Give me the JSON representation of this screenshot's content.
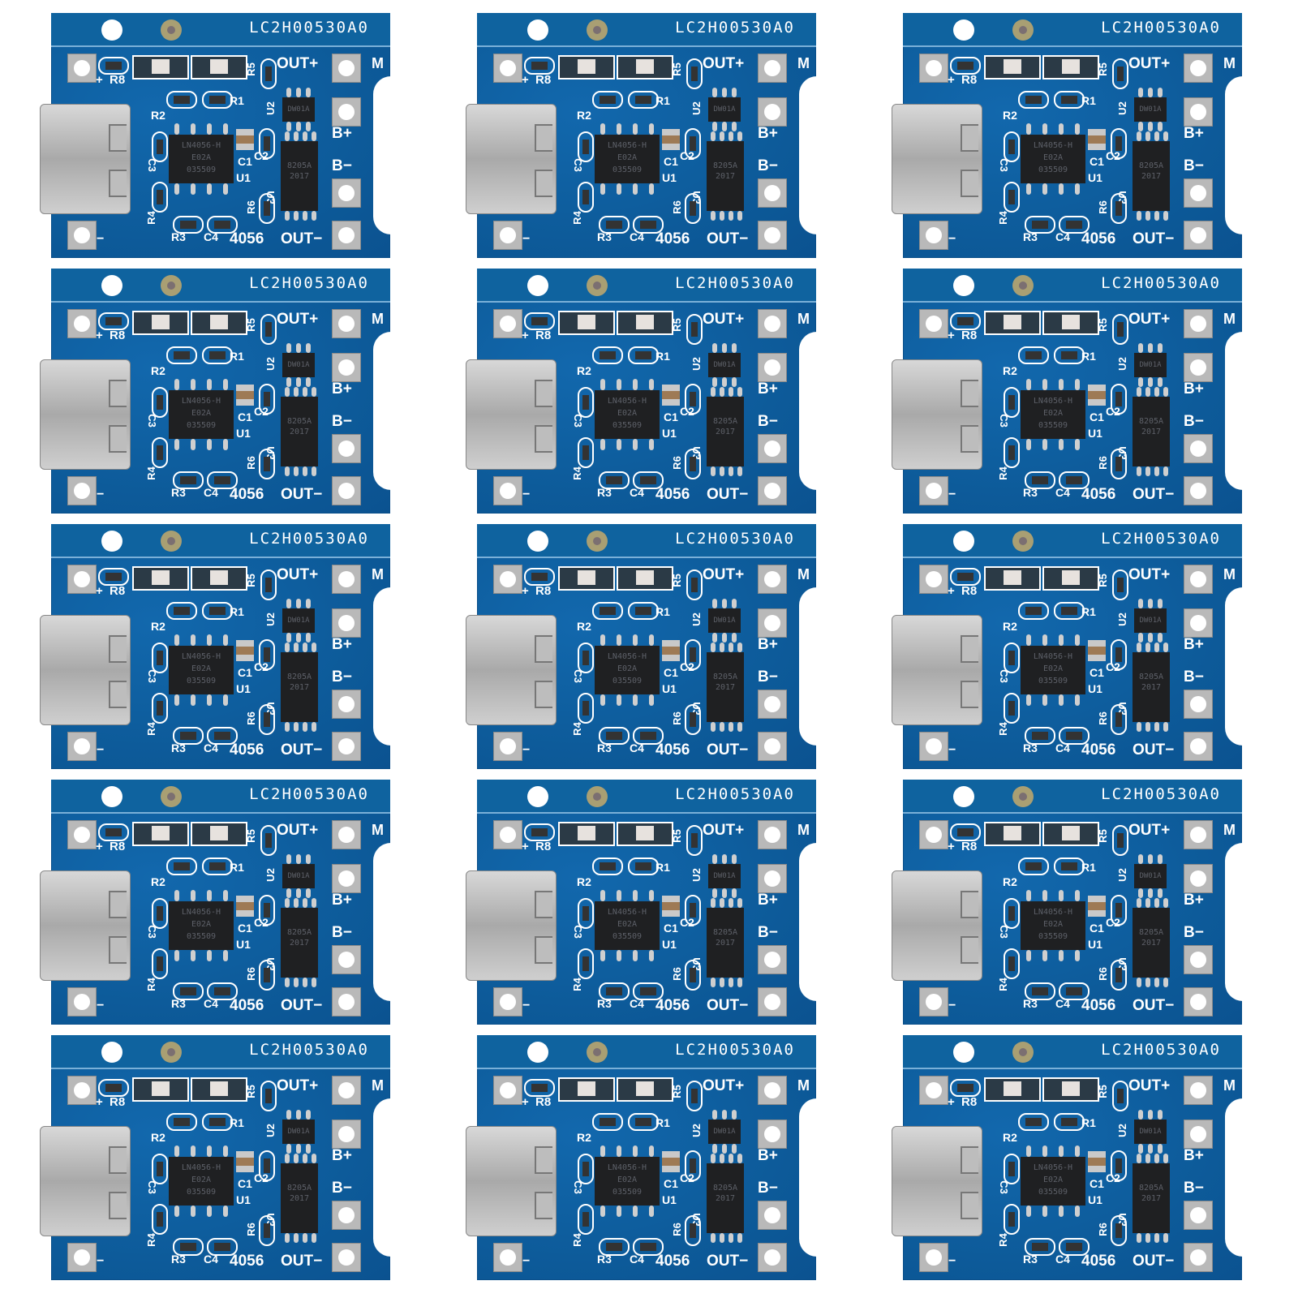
{
  "image": {
    "description": "Product photo: 15 identical blue TP4056-type USB-C lithium battery charging modules arranged in a 3-column by 5-row grid on a white background",
    "background_color": "#ffffff",
    "pcb_color": "#0e5fa0",
    "layout": {
      "columns": 3,
      "rows": 5,
      "col_x": [
        63,
        588,
        1113
      ],
      "row_y": [
        16,
        331,
        646,
        961,
        1276
      ],
      "board_width": 418,
      "board_height": 302
    }
  },
  "board": {
    "code_label": "LC2H00530A0",
    "labels": {
      "out_plus": "OUT+",
      "out_minus": "OUT−",
      "b_plus": "B+",
      "b_minus": "B−",
      "m": "M",
      "plus": "+",
      "minus": "−",
      "part": "4056",
      "r8": "R8",
      "r1": "R1",
      "r2": "R2",
      "r3": "R3",
      "r4": "R4",
      "r5": "R5",
      "r6": "R6",
      "c1": "C1",
      "c2": "C2",
      "c3": "C3",
      "c4": "C4",
      "u1": "U1",
      "u2": "U2",
      "u3": "U3"
    },
    "chips": {
      "u1_line1": "LN4056-H",
      "u1_line2": "E02A",
      "u1_line3": "035509",
      "u2": "DW01A",
      "u3_line1": "8205A",
      "u3_line2": "2017"
    },
    "connector": "usb-c"
  },
  "boards": [
    {
      "index": 1
    },
    {
      "index": 2
    },
    {
      "index": 3
    },
    {
      "index": 4
    },
    {
      "index": 5
    },
    {
      "index": 6
    },
    {
      "index": 7
    },
    {
      "index": 8
    },
    {
      "index": 9
    },
    {
      "index": 10
    },
    {
      "index": 11
    },
    {
      "index": 12
    },
    {
      "index": 13
    },
    {
      "index": 14
    },
    {
      "index": 15
    }
  ]
}
